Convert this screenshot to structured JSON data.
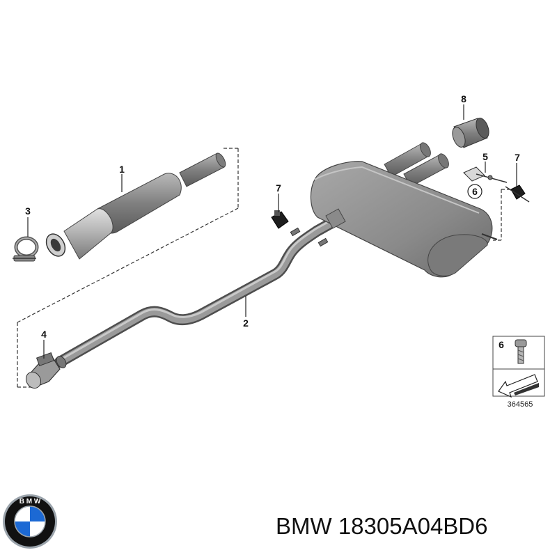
{
  "diagram": {
    "callouts": {
      "c1": "1",
      "c2": "2",
      "c3": "3",
      "c4": "4",
      "c5": "5",
      "c6": "6",
      "c7a": "7",
      "c7b": "7",
      "c8": "8",
      "legend6": "6"
    },
    "legend_code": "364565"
  },
  "caption": {
    "text": "BMW 18305A04BD6"
  },
  "logo": {
    "brand": "BMW",
    "icon": "bmw-roundel-icon",
    "colors": {
      "ring": "#111111",
      "blue": "#1c69d4",
      "white": "#ffffff",
      "rim": "#9aa3ab"
    }
  },
  "colors": {
    "part_fill": "#8f8f8f",
    "part_dark": "#5e5e5e",
    "part_light": "#c2c2c2",
    "line": "#222222"
  }
}
